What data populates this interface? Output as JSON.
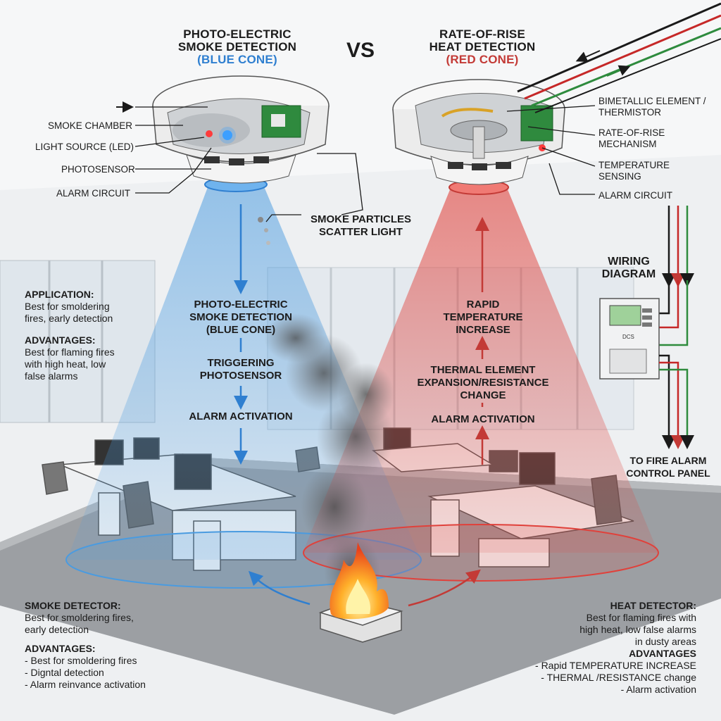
{
  "titles": {
    "left_line1": "PHOTO-ELECTRIC",
    "left_line2": "SMOKE DETECTION",
    "left_line3": "(BLUE CONE)",
    "vs": "VS",
    "right_line1": "RATE-OF-RISE",
    "right_line2": "HEAT DETECTION",
    "right_line3": "(RED CONE)"
  },
  "smoke_detector_parts": {
    "chamber": "SMOKE CHAMBER",
    "led": "LIGHT SOURCE (LED)",
    "photosensor": "PHOTOSENSOR",
    "alarm_circuit": "ALARM CIRCUIT"
  },
  "heat_detector_parts": {
    "bimetallic_line1": "BIMETALLIC ELEMENT /",
    "bimetallic_line2": "THERMISTOR",
    "ror_line1": "RATE-OF-RISE",
    "ror_line2": "MECHANISM",
    "temp_line1": "TEMPERATURE",
    "temp_line2": "SENSING",
    "alarm_circuit": "ALARM CIRCUIT"
  },
  "smoke_particles": {
    "line1": "SMOKE PARTICLES",
    "line2": "SCATTER LIGHT"
  },
  "blue_flow": {
    "step1_line1": "PHOTO-ELECTRIC",
    "step1_line2": "SMOKE DETECTION",
    "step1_line3": "(BLUE CONE)",
    "step2_line1": "TRIGGERING",
    "step2_line2": "PHOTOSENSOR",
    "step3": "ALARM ACTIVATION"
  },
  "red_flow": {
    "step1_line1": "RAPID",
    "step1_line2": "TEMPERATURE",
    "step1_line3": "INCREASE",
    "step2_line1": "THERMAL ELEMENT",
    "step2_line2": "EXPANSION/RESISTANCE",
    "step2_line3": "CHANGE",
    "step3": "ALARM ACTIVATION"
  },
  "left_panel": {
    "application_heading": "APPLICATION:",
    "application_line1": "Best for smoldering",
    "application_line2": "fires, early detection",
    "advantages_heading": "ADVANTAGES:",
    "advantages_line1": "Best for flaming fires",
    "advantages_line2": "with high heat, low",
    "advantages_line3": "false alarms"
  },
  "wiring": {
    "title_line1": "WIRING",
    "title_line2": "DIAGRAM",
    "panel_code": "DCS",
    "to_panel_line1": "TO FIRE ALARM",
    "to_panel_line2": "CONTROL PANEL"
  },
  "smoke_summary": {
    "heading": "SMOKE DETECTOR:",
    "line1": "Best for smoldering fires,",
    "line2": "early detection",
    "advantages_heading": "ADVANTAGES:",
    "item1": "- Best for smoldering fires",
    "item2": "- Digntal detection",
    "item3": "- Alarm reinvance activation"
  },
  "heat_summary": {
    "heading": "HEAT DETECTOR:",
    "line1": "Best for flaming fires with",
    "line2": "high heat, low false alarms",
    "line3": "in dusty areas",
    "advantages_heading": "ADVANTAGES",
    "item1": "- Rapid TEMPERATURE INCREASE",
    "item2": "- THERMAL /RESISTANCE change",
    "item3": "- Alarm activation"
  },
  "colors": {
    "smoke_cone": "#4a9be0",
    "heat_cone": "#e0413b",
    "wire_black": "#1a1a1a",
    "wire_red": "#c62828",
    "wire_green": "#2e8b3d"
  }
}
